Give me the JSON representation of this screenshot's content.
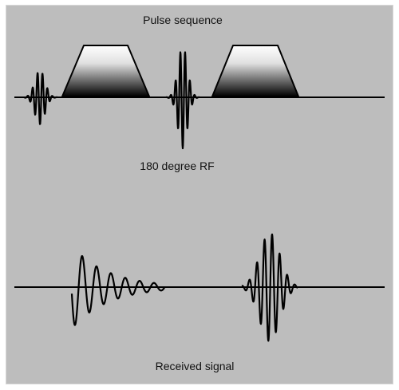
{
  "labels": {
    "pulse_sequence": "Pulse sequence",
    "rf_180": "180 degree RF",
    "received_signal": "Received signal"
  },
  "colors": {
    "background": "#bdbdbd",
    "line": "#000000",
    "gradient_top": "#ffffff",
    "gradient_bottom": "#000000"
  }
}
